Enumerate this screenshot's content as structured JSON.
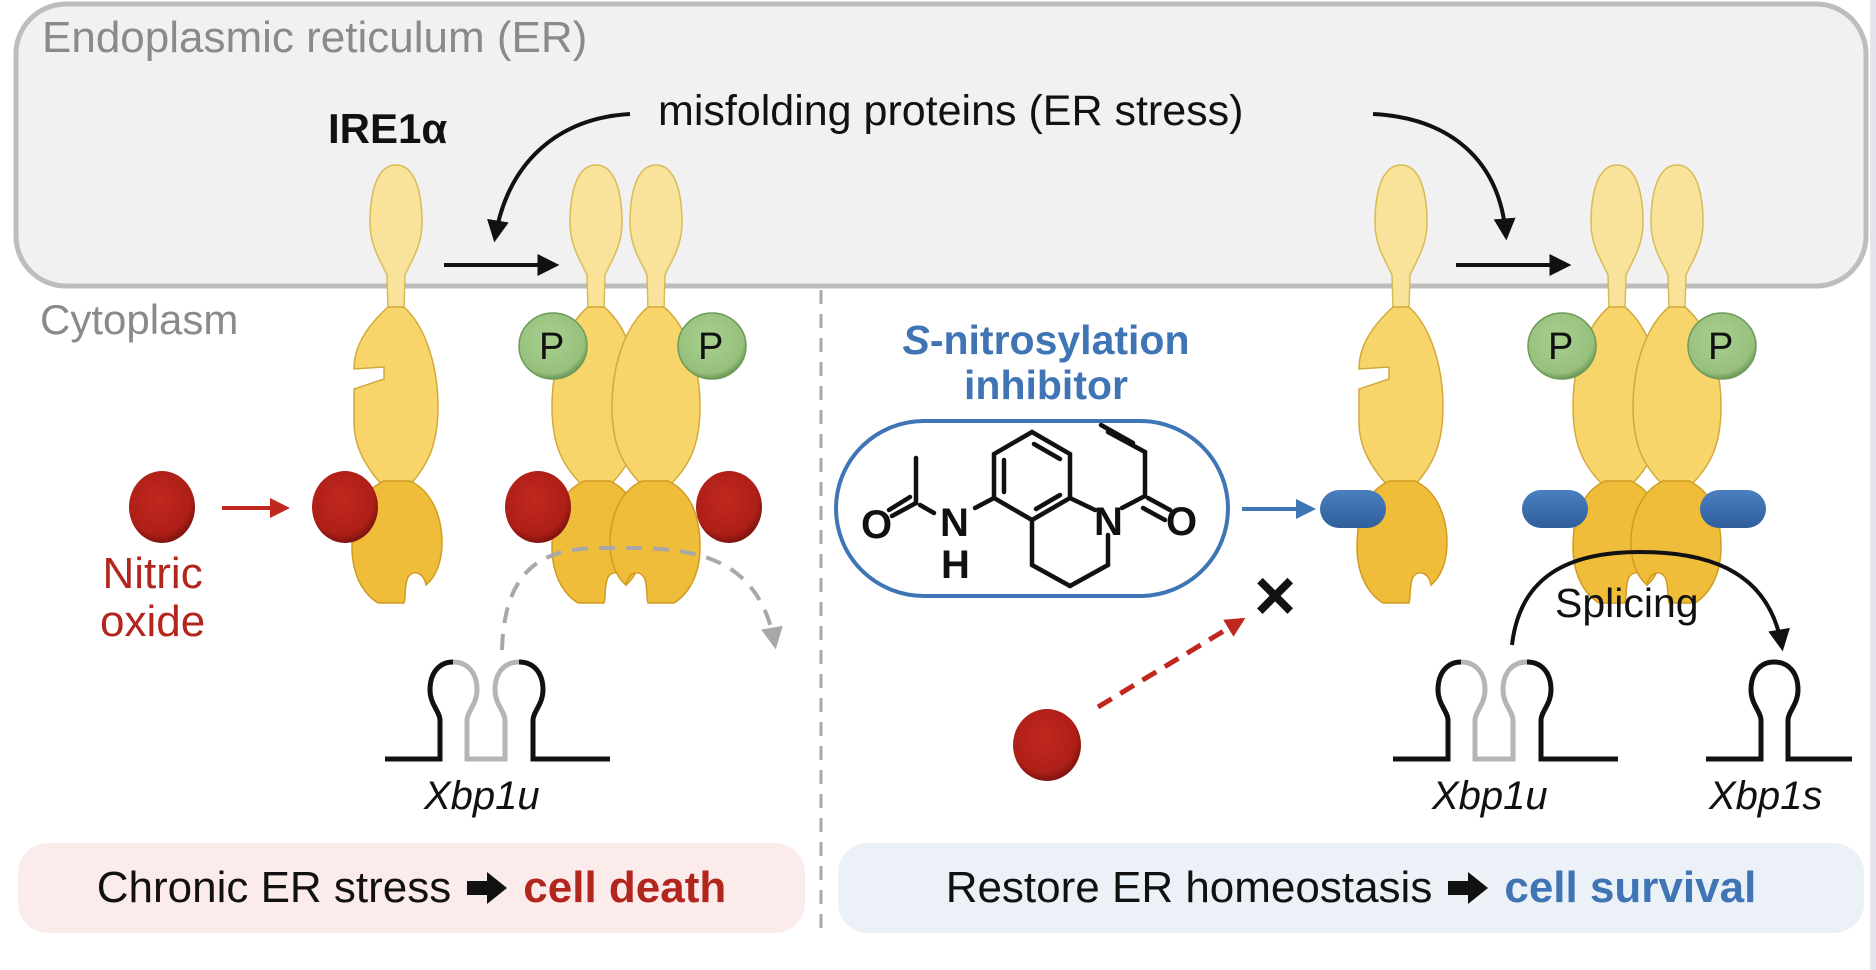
{
  "compartments": {
    "er": "Endoplasmic reticulum (ER)",
    "cytoplasm": "Cytoplasm"
  },
  "protein": {
    "name": "IRE1α",
    "phospho_label": "P"
  },
  "stress_label": "misfolding proteins (ER stress)",
  "nitric_oxide": {
    "line1": "Nitric",
    "line2": "oxide"
  },
  "inhibitor": {
    "title_prefix": "S",
    "title_rest": "-nitrosylation",
    "title_line2": "inhibitor",
    "atoms": {
      "o_left": "O",
      "n_amide": "N",
      "h_amide": "H",
      "n_ring": "N",
      "o_right": "O"
    }
  },
  "block_mark": "×",
  "splicing_label": "Splicing",
  "genes": {
    "left_unspliced": "Xbp1u",
    "right_unspliced": "Xbp1u",
    "right_spliced": "Xbp1s"
  },
  "outcomes": {
    "left": {
      "prefix": "Chronic ER stress",
      "result": "cell death"
    },
    "right": {
      "prefix": "Restore ER homeostasis",
      "result": "cell survival"
    }
  },
  "colors": {
    "er_fill": "#f1f1f1",
    "er_border": "#bdbdbd",
    "protein_light": "#f9e39a",
    "protein_mid": "#f7d56a",
    "protein_dark": "#efbd3a",
    "phospho": "#9cc584",
    "nitric_oxide": "#b3261e",
    "inhibitor_blue": "#3f74b5",
    "death_bg": "#fcebeb",
    "survival_bg": "#ecf1f8"
  }
}
